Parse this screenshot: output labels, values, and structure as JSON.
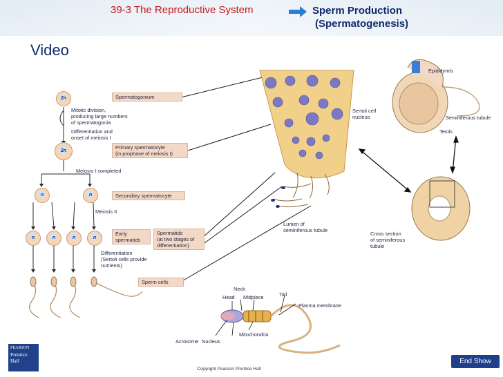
{
  "header": {
    "section": "39-3 The Reproductive System",
    "topic_line1": "Sperm Production",
    "topic_line2": "(Spermatogenesis)"
  },
  "video_label": "Video",
  "cells": {
    "spermatogonium_ploidy": "2n",
    "primary_ploidy": "2n",
    "haploid": "n"
  },
  "flow": {
    "spermatogonium": "Spermatogonium",
    "mitotic_division": "Mitotic division,\nproducing large numbers\nof spermatogonia",
    "differentiation_meiosis": "Differentiation and\nonset of meiosis I",
    "primary_spermatocyte": "Primary spermatocyte\n(in prophase of meiosis I)",
    "meiosis1_completed": "Meiosis I completed",
    "secondary_spermatocyte": "Secondary spermatocyte",
    "meiosis2": "Meiosis II",
    "early_spermatids": "Early\nspermatids",
    "spermatids": "Spermatids\n(at two stages of\ndifferentiation)",
    "differentiation_sertoli": "Differentiation\n(Sertoli cells provide\nnutrients)",
    "sperm_cells": "Sperm cells"
  },
  "tissue": {
    "sertoli_nucleus": "Sertoli cell\nnucleus",
    "lumen": "Lumen of\nseminiferous tubule"
  },
  "testis": {
    "epididymis": "Epididymis",
    "seminiferous_tubule": "Seminiferous tubule",
    "testis": "Testis",
    "cross_section": "Cross section\nof seminiferous\ntubule"
  },
  "sperm": {
    "neck": "Neck",
    "head": "Head",
    "midpiece": "Midpiece",
    "tail": "Tail",
    "plasma_membrane": "Plasma membrane",
    "mitochondria": "Mitochondria",
    "acrosome": "Acrosome",
    "nucleus": "Nucleus"
  },
  "footer": {
    "copyright": "Copyright Pearson Prentice Hall",
    "end_show": "End Show",
    "logo_line1": "PEARSON",
    "logo_line2": "Prentice",
    "logo_line3": "Hall"
  },
  "colors": {
    "header_red": "#c0171c",
    "header_navy": "#0f2a6b",
    "box_fill": "#f3d9c5",
    "button_blue": "#1f3f8a"
  }
}
